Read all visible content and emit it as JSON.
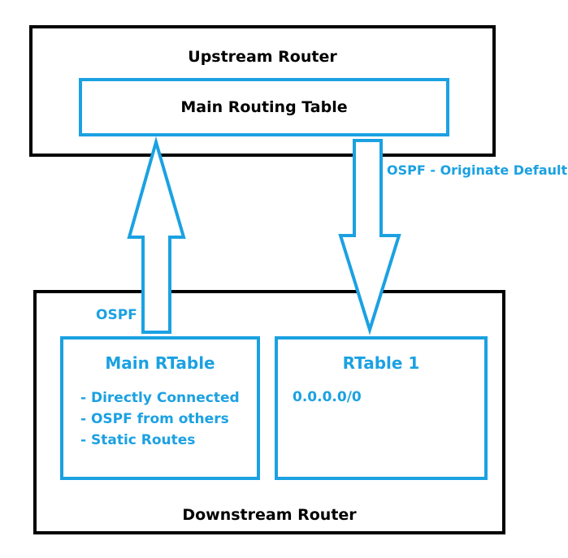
{
  "upstream_router": {
    "title": "Upstream Router",
    "main_table_label": "Main Routing Table"
  },
  "downstream_router": {
    "title": "Downstream Router",
    "main_rtable": {
      "title": "Main RTable",
      "items": [
        "- Directly Connected",
        "- OSPF from others",
        "- Static Routes"
      ]
    },
    "rtable_1": {
      "title": "RTable 1",
      "route": "0.0.0.0/0"
    }
  },
  "arrows": {
    "up_label": "OSPF",
    "down_label": "OSPF - Originate Default"
  },
  "colors": {
    "accent": "#1BA1E2",
    "border": "#000000",
    "background": "#FFFFFF"
  }
}
